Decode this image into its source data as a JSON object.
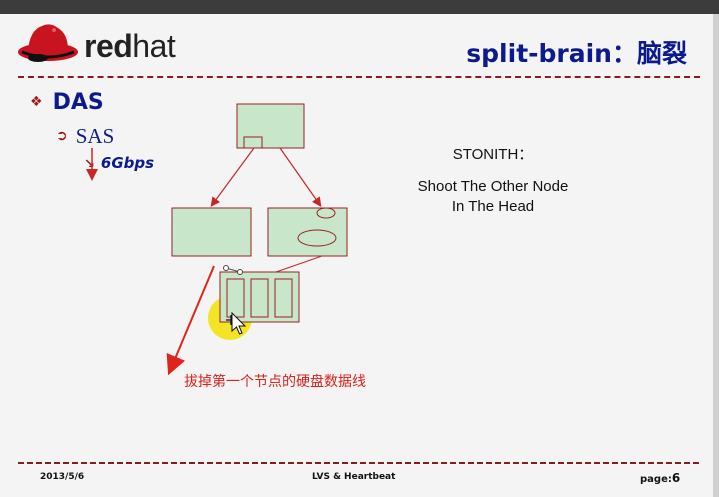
{
  "brand": {
    "name_bold": "red",
    "name_rest": "hat"
  },
  "title": "split-brain：脑裂",
  "bullets": {
    "level1": "DAS",
    "level2": "SAS",
    "level3": "6Gbps"
  },
  "stonith": {
    "heading": "STONITH：",
    "line1": "Shoot The Other Node",
    "line2": "In The Head"
  },
  "annotation": "拔掉第一个节点的硬盘数据线",
  "footer": {
    "date": "2013/5/6",
    "center": "LVS & Heartbeat",
    "page_label": "page:",
    "page_number": "6"
  },
  "colors": {
    "title_blue": "#0b1a8c",
    "rule_red": "#8b1a1a",
    "box_fill": "#c8e6c9",
    "box_stroke": "#9a2020",
    "annotation_red": "#d8221c",
    "cursor_highlight": "#f2e200"
  },
  "icons": {
    "bullet1": "diamond-bullet-icon",
    "bullet2": "arrow-bullet-icon",
    "bullet3": "curved-arrow-bullet-icon"
  }
}
